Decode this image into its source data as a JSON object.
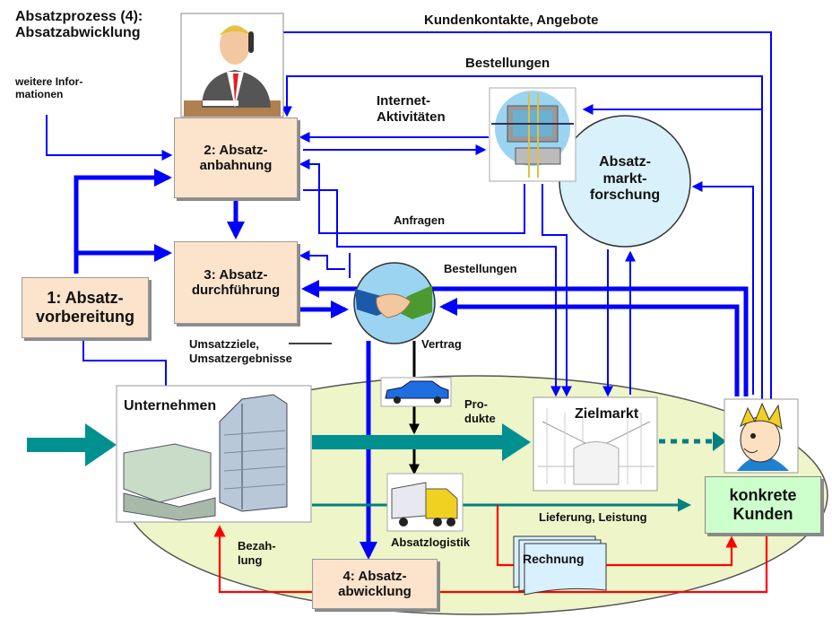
{
  "title": "Absatzprozess (4):\nAbsatzabwicklung",
  "nodes": {
    "n1": "1: Absatz-\nvorbereitung",
    "n2": "2: Absatz-\nanbahnung",
    "n3": "3: Absatz-\ndurchführung",
    "n4": "4: Absatz-\nabwicklung",
    "marktforschung": "Absatz-\nmarkt-\nforschung",
    "kunden": "konkrete\nKunden",
    "unternehmen": "Unternehmen",
    "zielmarkt": "Zielmarkt",
    "rechnung": "Rechnung"
  },
  "labels": {
    "weitere_info": "weitere Infor-\nmationen",
    "kundenkontakte": "Kundenkontakte, Angebote",
    "bestellungen_top": "Bestellungen",
    "internet": "Internet-\nAktivitäten",
    "anfragen": "Anfragen",
    "bestellungen_mid": "Bestellungen",
    "umsatz": "Umsatzziele,\nUmsatzergebnisse",
    "vertrag": "Vertrag",
    "produkte": "Pro-\ndukte",
    "lieferung": "Lieferung, Leistung",
    "absatzlogistik": "Absatzlogistik",
    "bezahlung": "Bezah-\nlung"
  },
  "icons": {
    "salesman": "salesman-phone-icon",
    "internet": "computer-network-icon",
    "handshake": "handshake-icon",
    "car": "car-icon",
    "truck": "truck-icon",
    "customer": "customer-face-icon",
    "company": "company-buildings-icon",
    "market": "market-hall-icon"
  },
  "colors": {
    "arrow_blue": "#0000ff",
    "arrow_teal": "#008080",
    "arrow_red": "#ff0000",
    "arrow_black": "#000000",
    "box_peach": "#fbe3cc",
    "circle_blue": "#d8f1fb",
    "ellipse_green": "#eef5c8",
    "kunden_green": "#ccffcc"
  }
}
